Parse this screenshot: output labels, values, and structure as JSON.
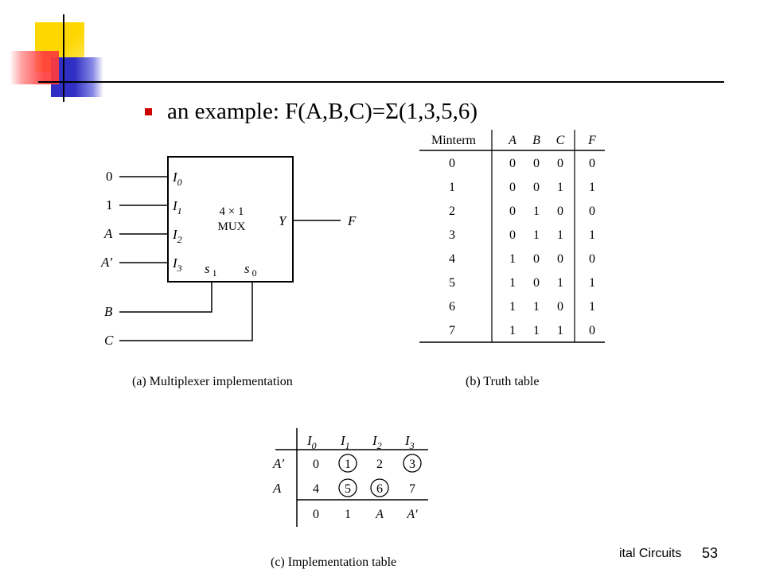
{
  "slide": {
    "bullet_text": "an example: F(A,B,C)=Σ(1,3,5,6)",
    "footer_text": "ital Circuits",
    "page_number": "53"
  },
  "mux_diagram": {
    "inputs": [
      "0",
      "1",
      "A",
      "A′"
    ],
    "pin_labels": [
      "I",
      "I",
      "I",
      "I"
    ],
    "pin_subs": [
      "0",
      "1",
      "2",
      "3"
    ],
    "title_line1": "4 × 1",
    "title_line2": "MUX",
    "output_pin": "Y",
    "output_label": "F",
    "select_pins": [
      "s",
      "s"
    ],
    "select_subs": [
      "1",
      "0"
    ],
    "select_inputs": [
      "B",
      "C"
    ],
    "caption": "(a) Multiplexer implementation"
  },
  "truth_table": {
    "headers": [
      "Minterm",
      "A",
      "B",
      "C",
      "F"
    ],
    "rows": [
      [
        "0",
        "0",
        "0",
        "0",
        "0"
      ],
      [
        "1",
        "0",
        "0",
        "1",
        "1"
      ],
      [
        "2",
        "0",
        "1",
        "0",
        "0"
      ],
      [
        "3",
        "0",
        "1",
        "1",
        "1"
      ],
      [
        "4",
        "1",
        "0",
        "0",
        "0"
      ],
      [
        "5",
        "1",
        "0",
        "1",
        "1"
      ],
      [
        "6",
        "1",
        "1",
        "0",
        "1"
      ],
      [
        "7",
        "1",
        "1",
        "1",
        "0"
      ]
    ],
    "caption": "(b) Truth table"
  },
  "impl_table": {
    "col_headers": [
      "I",
      "I",
      "I",
      "I"
    ],
    "col_subs": [
      "0",
      "1",
      "2",
      "3"
    ],
    "row_labels": [
      "A′",
      "A"
    ],
    "rows": [
      [
        "0",
        "1",
        "2",
        "3"
      ],
      [
        "4",
        "5",
        "6",
        "7"
      ]
    ],
    "circled": [
      [
        false,
        true,
        false,
        true
      ],
      [
        false,
        true,
        true,
        false
      ]
    ],
    "result": [
      "0",
      "1",
      "A",
      "A′"
    ],
    "caption": "(c) Implementation table"
  },
  "colors": {
    "deco_yellow": "#ffd700",
    "deco_red": "#ff3b3b",
    "deco_blue": "#3a3acc",
    "bullet": "#cc0000"
  }
}
